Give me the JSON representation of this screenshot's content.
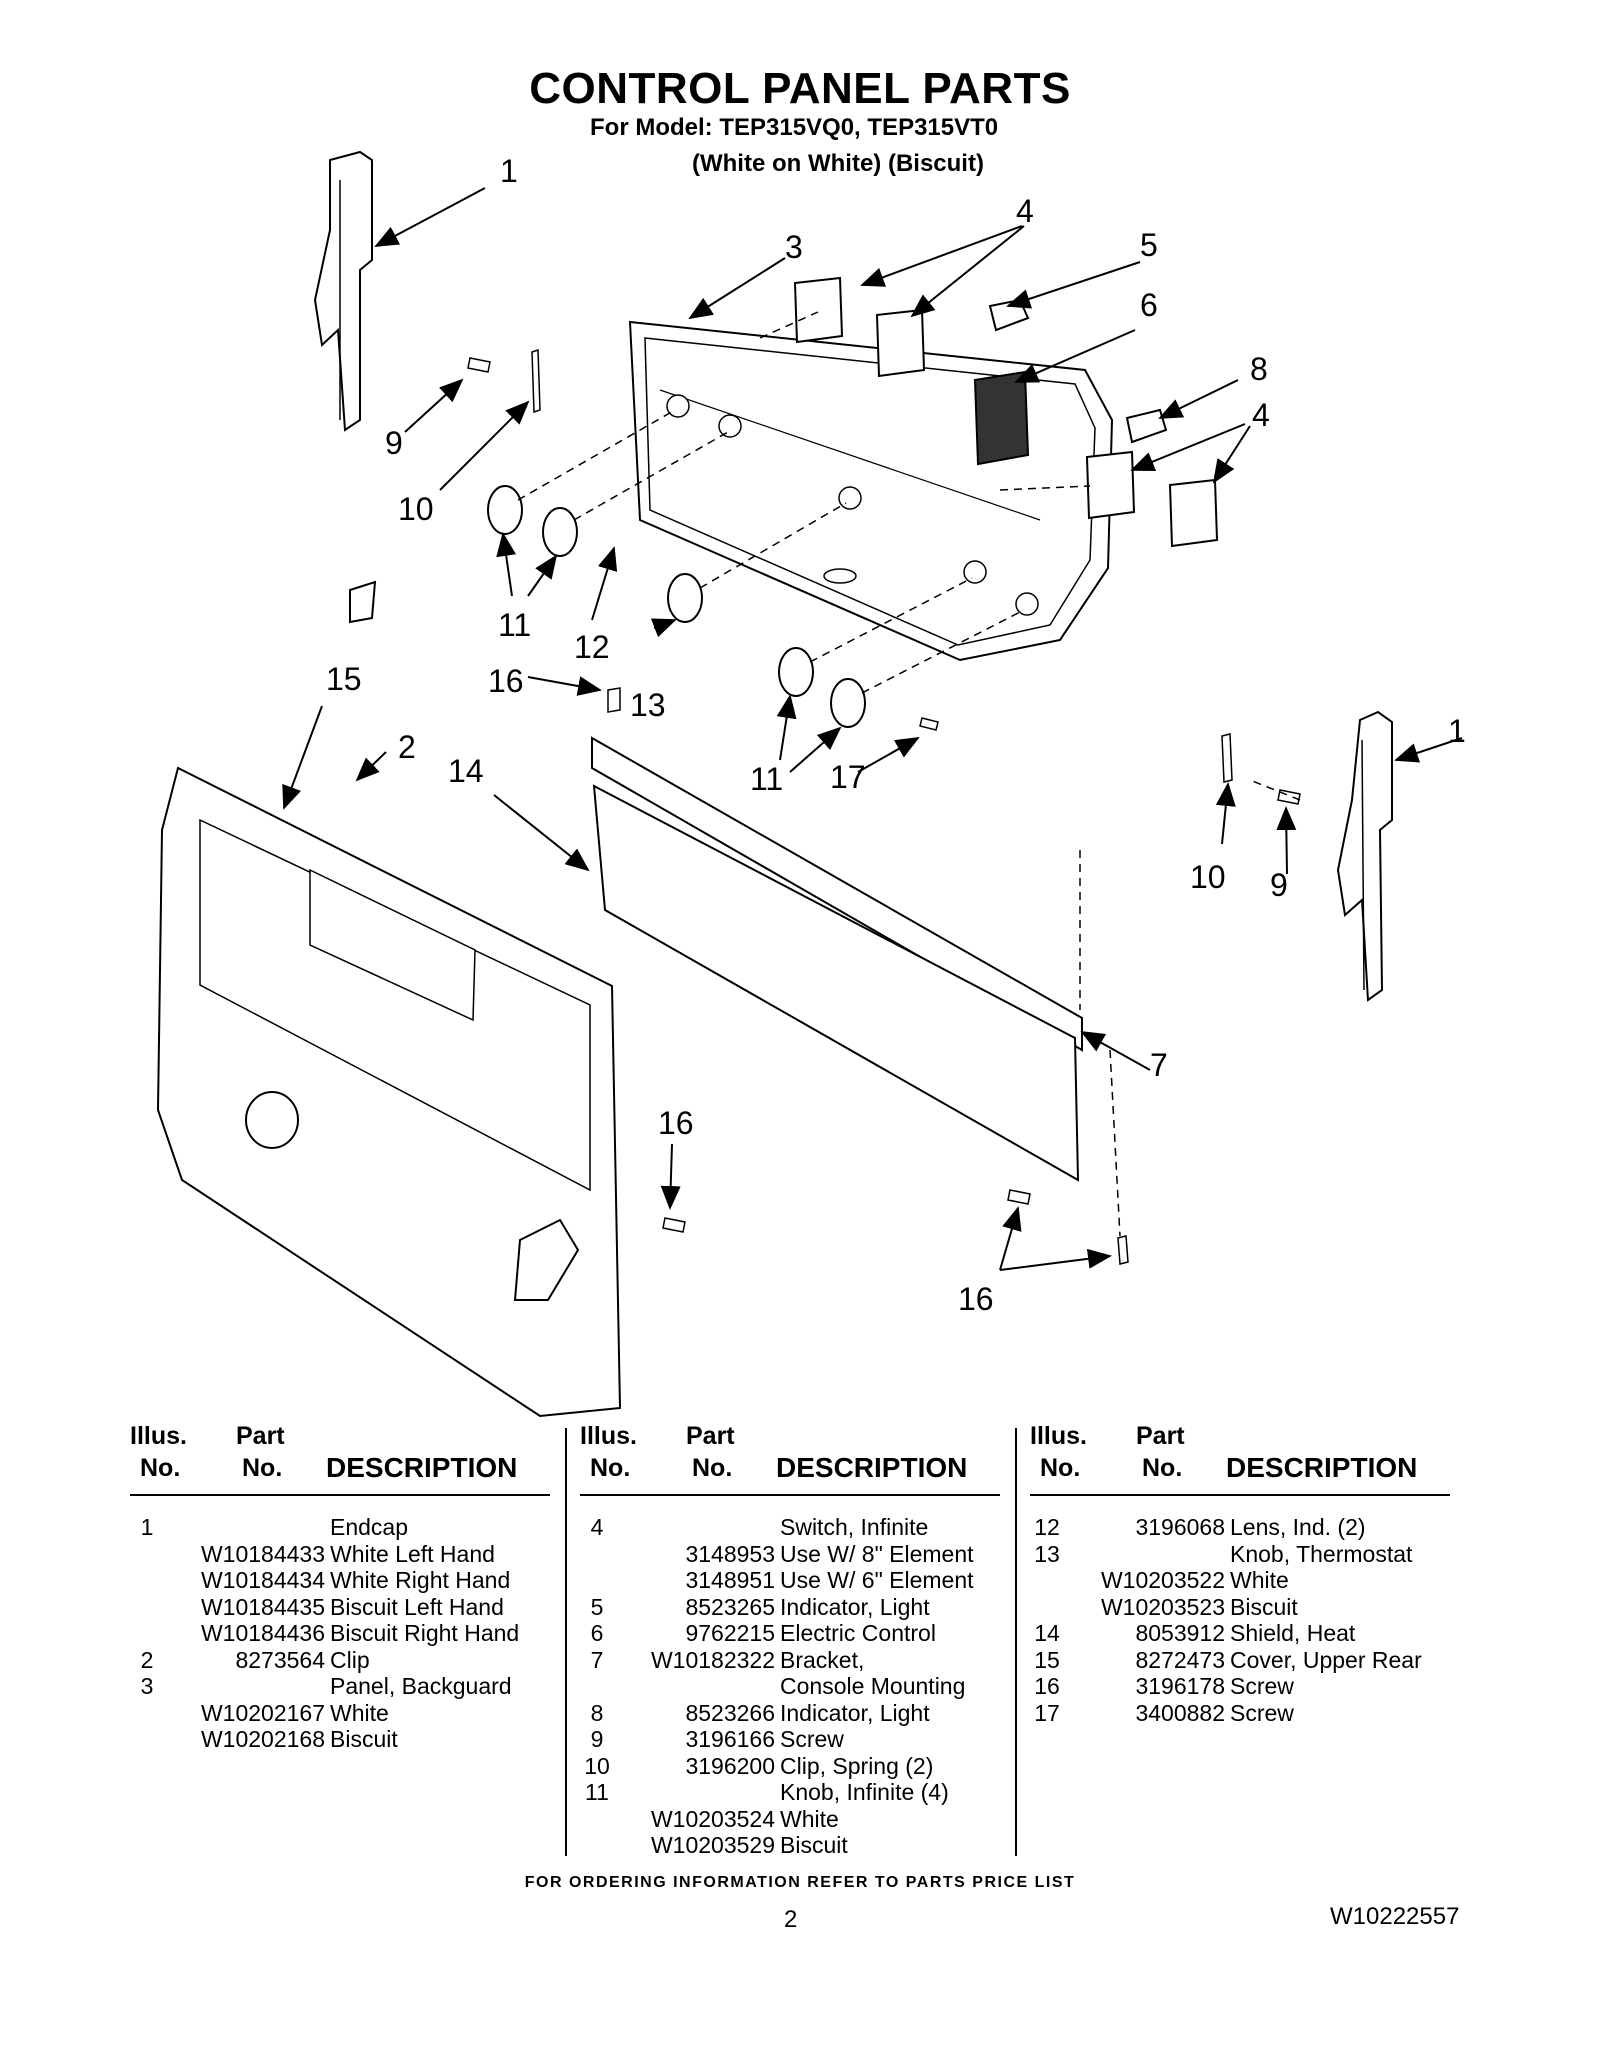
{
  "header": {
    "title": "CONTROL PANEL PARTS",
    "model_line": "For Model: TEP315VQ0, TEP315VT0",
    "color_line": "(White on White) (Biscuit)"
  },
  "diagram": {
    "callouts": [
      "1",
      "1",
      "2",
      "3",
      "4",
      "4",
      "5",
      "6",
      "7",
      "8",
      "9",
      "9",
      "10",
      "10",
      "11",
      "11",
      "12",
      "13",
      "14",
      "15",
      "16",
      "16",
      "16",
      "17"
    ]
  },
  "table_headers": {
    "illus_line1": "Illus.",
    "illus_line2": "No.",
    "part_line1": "Part",
    "part_line2": "No.",
    "description": "DESCRIPTION"
  },
  "parts_tables": [
    {
      "rows": [
        {
          "illus": "1",
          "part": "",
          "desc": "Endcap"
        },
        {
          "illus": "",
          "part": "W10184433",
          "desc": "White Left Hand"
        },
        {
          "illus": "",
          "part": "W10184434",
          "desc": "White Right Hand"
        },
        {
          "illus": "",
          "part": "W10184435",
          "desc": "Biscuit Left Hand"
        },
        {
          "illus": "",
          "part": "W10184436",
          "desc": "Biscuit Right Hand"
        },
        {
          "illus": "2",
          "part": "8273564",
          "desc": "Clip"
        },
        {
          "illus": "3",
          "part": "",
          "desc": "Panel, Backguard"
        },
        {
          "illus": "",
          "part": "W10202167",
          "desc": "White"
        },
        {
          "illus": "",
          "part": "W10202168",
          "desc": "Biscuit"
        }
      ]
    },
    {
      "rows": [
        {
          "illus": "4",
          "part": "",
          "desc": "Switch, Infinite"
        },
        {
          "illus": "",
          "part": "3148953",
          "desc": "Use W/ 8\" Element"
        },
        {
          "illus": "",
          "part": "3148951",
          "desc": "Use W/ 6\" Element"
        },
        {
          "illus": "5",
          "part": "8523265",
          "desc": "Indicator, Light"
        },
        {
          "illus": "6",
          "part": "9762215",
          "desc": "Electric Control"
        },
        {
          "illus": "7",
          "part": "W10182322",
          "desc": "Bracket,"
        },
        {
          "illus": "",
          "part": "",
          "desc": "Console Mounting"
        },
        {
          "illus": "8",
          "part": "8523266",
          "desc": "Indicator, Light"
        },
        {
          "illus": "9",
          "part": "3196166",
          "desc": "Screw"
        },
        {
          "illus": "10",
          "part": "3196200",
          "desc": "Clip, Spring (2)"
        },
        {
          "illus": "11",
          "part": "",
          "desc": "Knob, Infinite (4)"
        },
        {
          "illus": "",
          "part": "W10203524",
          "desc": "White"
        },
        {
          "illus": "",
          "part": "W10203529",
          "desc": "Biscuit"
        }
      ]
    },
    {
      "rows": [
        {
          "illus": "12",
          "part": "3196068",
          "desc": "Lens, Ind. (2)"
        },
        {
          "illus": "13",
          "part": "",
          "desc": "Knob, Thermostat"
        },
        {
          "illus": "",
          "part": "W10203522",
          "desc": "White"
        },
        {
          "illus": "",
          "part": "W10203523",
          "desc": "Biscuit"
        },
        {
          "illus": "14",
          "part": "8053912",
          "desc": "Shield, Heat"
        },
        {
          "illus": "15",
          "part": "8272473",
          "desc": "Cover, Upper Rear"
        },
        {
          "illus": "16",
          "part": "3196178",
          "desc": "Screw"
        },
        {
          "illus": "17",
          "part": "3400882",
          "desc": "Screw"
        }
      ]
    }
  ],
  "footer": {
    "ordering_note": "FOR ORDERING INFORMATION REFER TO PARTS PRICE LIST",
    "page_number": "2",
    "document_number": "W10222557"
  }
}
